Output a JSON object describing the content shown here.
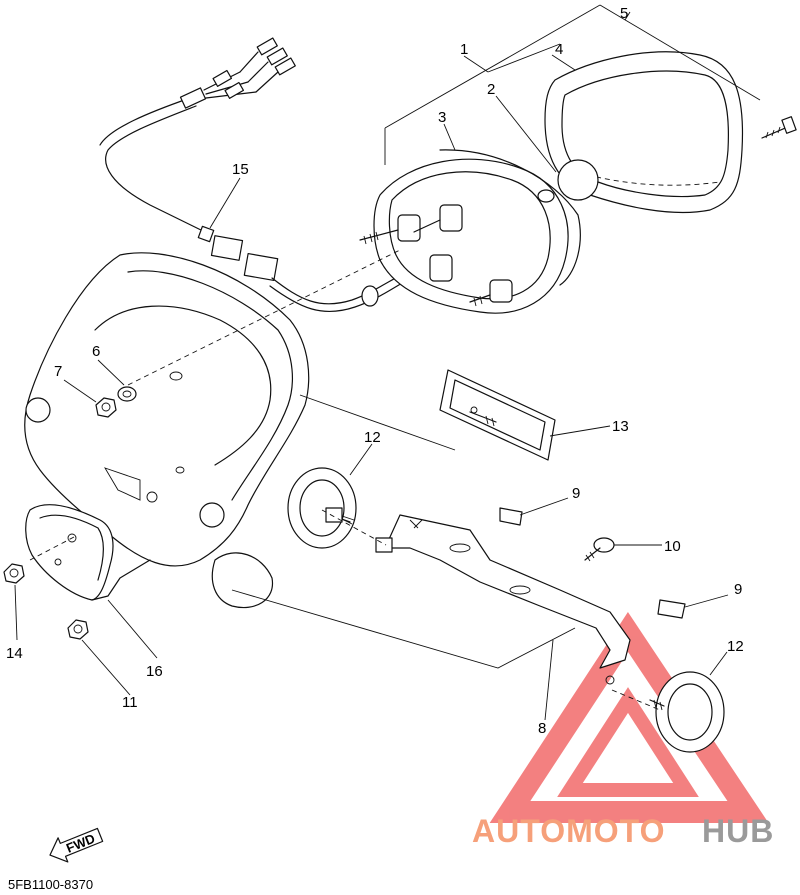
{
  "diagram": {
    "drawing_code": "5FB1100-8370",
    "direction_label": "FWD",
    "watermark": {
      "part1": "AUTOMOTO",
      "part2": "HUB",
      "color_primary": "#f6a07a",
      "color_secondary": "#9a9a9a",
      "logo_color": "#f26a6a"
    },
    "callouts": {
      "c1": "1",
      "c2": "2",
      "c3": "3",
      "c4": "4",
      "c5": "5",
      "c6": "6",
      "c7": "7",
      "c8": "8",
      "c9a": "9",
      "c9b": "9",
      "c10": "10",
      "c11": "11",
      "c12a": "12",
      "c12b": "12",
      "c13": "13",
      "c14": "14",
      "c15": "15",
      "c16": "16"
    }
  }
}
